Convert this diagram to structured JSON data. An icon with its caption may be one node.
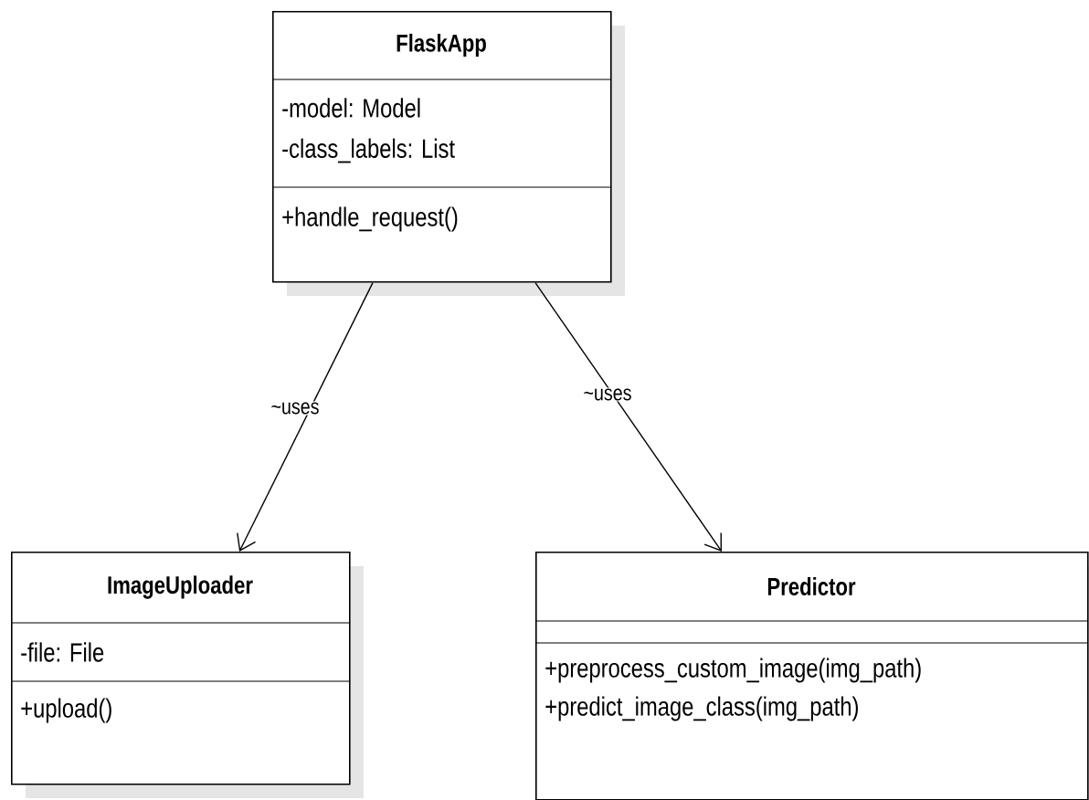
{
  "diagram": {
    "nodes": [
      {
        "text": [
          "FlaskApp",
          "-model: Model",
          "-class_labels: List",
          "+handle_request()"
        ]
      },
      {
        "text": [
          "ImageUploader",
          "-file: File",
          "+upload()"
        ]
      },
      {
        "text": [
          "Predictor",
          "+preprocess_custom_image(img_path)",
          "+predict_image_class(img_path)"
        ]
      }
    ],
    "edges": [
      {
        "from": 0,
        "to": 1,
        "arrow": "to",
        "label": "~uses"
      },
      {
        "from": 0,
        "to": 2,
        "arrow": "to",
        "label": "~uses"
      }
    ]
  }
}
